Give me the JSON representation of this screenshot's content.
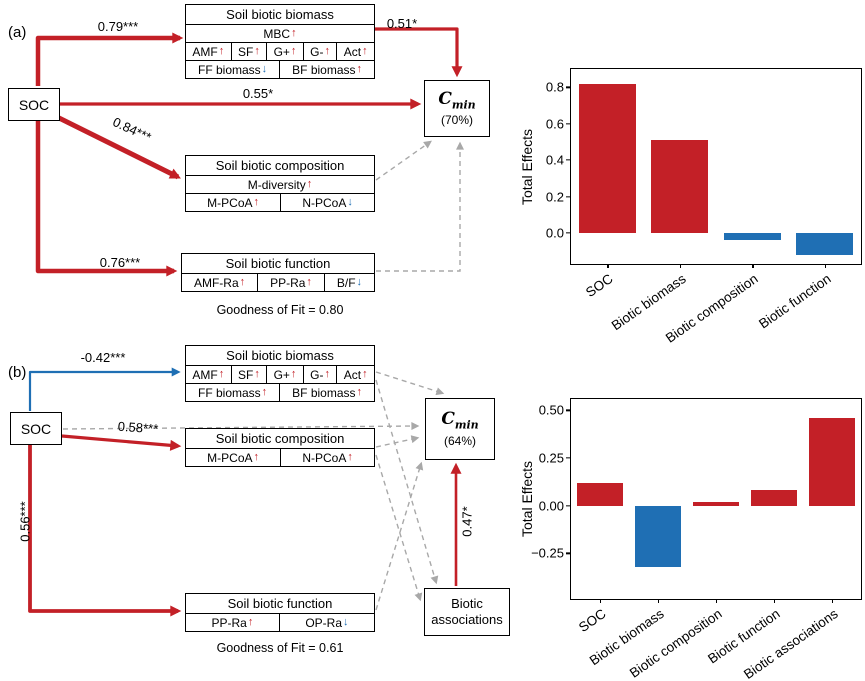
{
  "colors": {
    "positive_red": "#c32027",
    "negative_blue": "#1f6fb4",
    "dashed_gray": "#a8a8a8"
  },
  "panels": [
    {
      "label": "(a)",
      "soc_label": "SOC",
      "boxes": {
        "biomass": {
          "title": "Soil biotic biomass",
          "rows": [
            [
              {
                "label": "MBC",
                "dir": "up"
              }
            ],
            [
              {
                "label": "AMF",
                "dir": "up"
              },
              {
                "label": "SF",
                "dir": "up"
              },
              {
                "label": "G+",
                "dir": "up"
              },
              {
                "label": "G-",
                "dir": "up"
              },
              {
                "label": "Act",
                "dir": "up"
              }
            ],
            [
              {
                "label": "FF biomass",
                "dir": "down"
              },
              {
                "label": "BF biomass",
                "dir": "up"
              }
            ]
          ]
        },
        "composition": {
          "title": "Soil biotic composition",
          "rows": [
            [
              {
                "label": "M-diversity",
                "dir": "up"
              }
            ],
            [
              {
                "label": "M-PCoA",
                "dir": "up"
              },
              {
                "label": "N-PCoA",
                "dir": "down"
              }
            ]
          ]
        },
        "function": {
          "title": "Soil biotic function",
          "rows": [
            [
              {
                "label": "AMF-Ra",
                "dir": "up"
              },
              {
                "label": "PP-Ra",
                "dir": "up"
              },
              {
                "label": "B/F",
                "dir": "down"
              }
            ]
          ]
        }
      },
      "cmin": {
        "symbol": "C",
        "sub": "min",
        "variance": "(70%)"
      },
      "coefficients": {
        "soc_biomass": "0.79***",
        "biomass_cmin": "0.51*",
        "soc_cmin": "0.55*",
        "soc_composition": "0.84***",
        "soc_function": "0.76***"
      },
      "goodness_of_fit": "Goodness of Fit = 0.80"
    },
    {
      "label": "(b)",
      "soc_label": "SOC",
      "boxes": {
        "biomass": {
          "title": "Soil biotic biomass",
          "rows": [
            [
              {
                "label": "AMF",
                "dir": "up"
              },
              {
                "label": "SF",
                "dir": "up"
              },
              {
                "label": "G+",
                "dir": "up"
              },
              {
                "label": "G-",
                "dir": "up"
              },
              {
                "label": "Act",
                "dir": "up"
              }
            ],
            [
              {
                "label": "FF biomass",
                "dir": "up"
              },
              {
                "label": "BF biomass",
                "dir": "up"
              }
            ]
          ]
        },
        "composition": {
          "title": "Soil biotic composition",
          "rows": [
            [
              {
                "label": "M-PCoA",
                "dir": "up"
              },
              {
                "label": "N-PCoA",
                "dir": "up"
              }
            ]
          ]
        },
        "function": {
          "title": "Soil biotic function",
          "rows": [
            [
              {
                "label": "PP-Ra",
                "dir": "up"
              },
              {
                "label": "OP-Ra",
                "dir": "down"
              }
            ]
          ]
        }
      },
      "associations_label": "Biotic associations",
      "cmin": {
        "symbol": "C",
        "sub": "min",
        "variance": "(64%)"
      },
      "coefficients": {
        "soc_biomass": "-0.42***",
        "soc_composition": "0.58***",
        "soc_function": "0.56***",
        "associations_cmin": "0.47*"
      },
      "goodness_of_fit": "Goodness of Fit = 0.61"
    }
  ],
  "chart_data": [
    {
      "type": "bar",
      "title": "",
      "ylabel": "Total Effects",
      "categories": [
        "SOC",
        "Biotic biomass",
        "Biotic composition",
        "Biotic function"
      ],
      "values": [
        0.82,
        0.51,
        -0.04,
        -0.12
      ],
      "bar_colors": [
        "#c32027",
        "#c32027",
        "#1f6fb4",
        "#1f6fb4"
      ],
      "ylim": [
        -0.17,
        0.9
      ],
      "yticks": [
        0.8,
        0.6,
        0.4,
        0.2,
        0.0
      ],
      "ytick_labels": [
        "0.8",
        "0.6",
        "0.4",
        "0.2",
        "0.0"
      ],
      "bar_width_frac": 0.78,
      "grid": false
    },
    {
      "type": "bar",
      "title": "",
      "ylabel": "Total Effects",
      "categories": [
        "SOC",
        "Biotic biomass",
        "Biotic composition",
        "Biotic function",
        "Biotic associations"
      ],
      "values": [
        0.12,
        -0.32,
        0.02,
        0.08,
        0.46
      ],
      "bar_colors": [
        "#c32027",
        "#1f6fb4",
        "#c32027",
        "#c32027",
        "#c32027"
      ],
      "ylim": [
        -0.49,
        0.56
      ],
      "yticks": [
        0.5,
        0.25,
        0.0,
        -0.25
      ],
      "ytick_labels": [
        "0.50",
        "0.25",
        "0.00",
        "−0.25"
      ],
      "bar_width_frac": 0.78,
      "grid": false
    }
  ]
}
